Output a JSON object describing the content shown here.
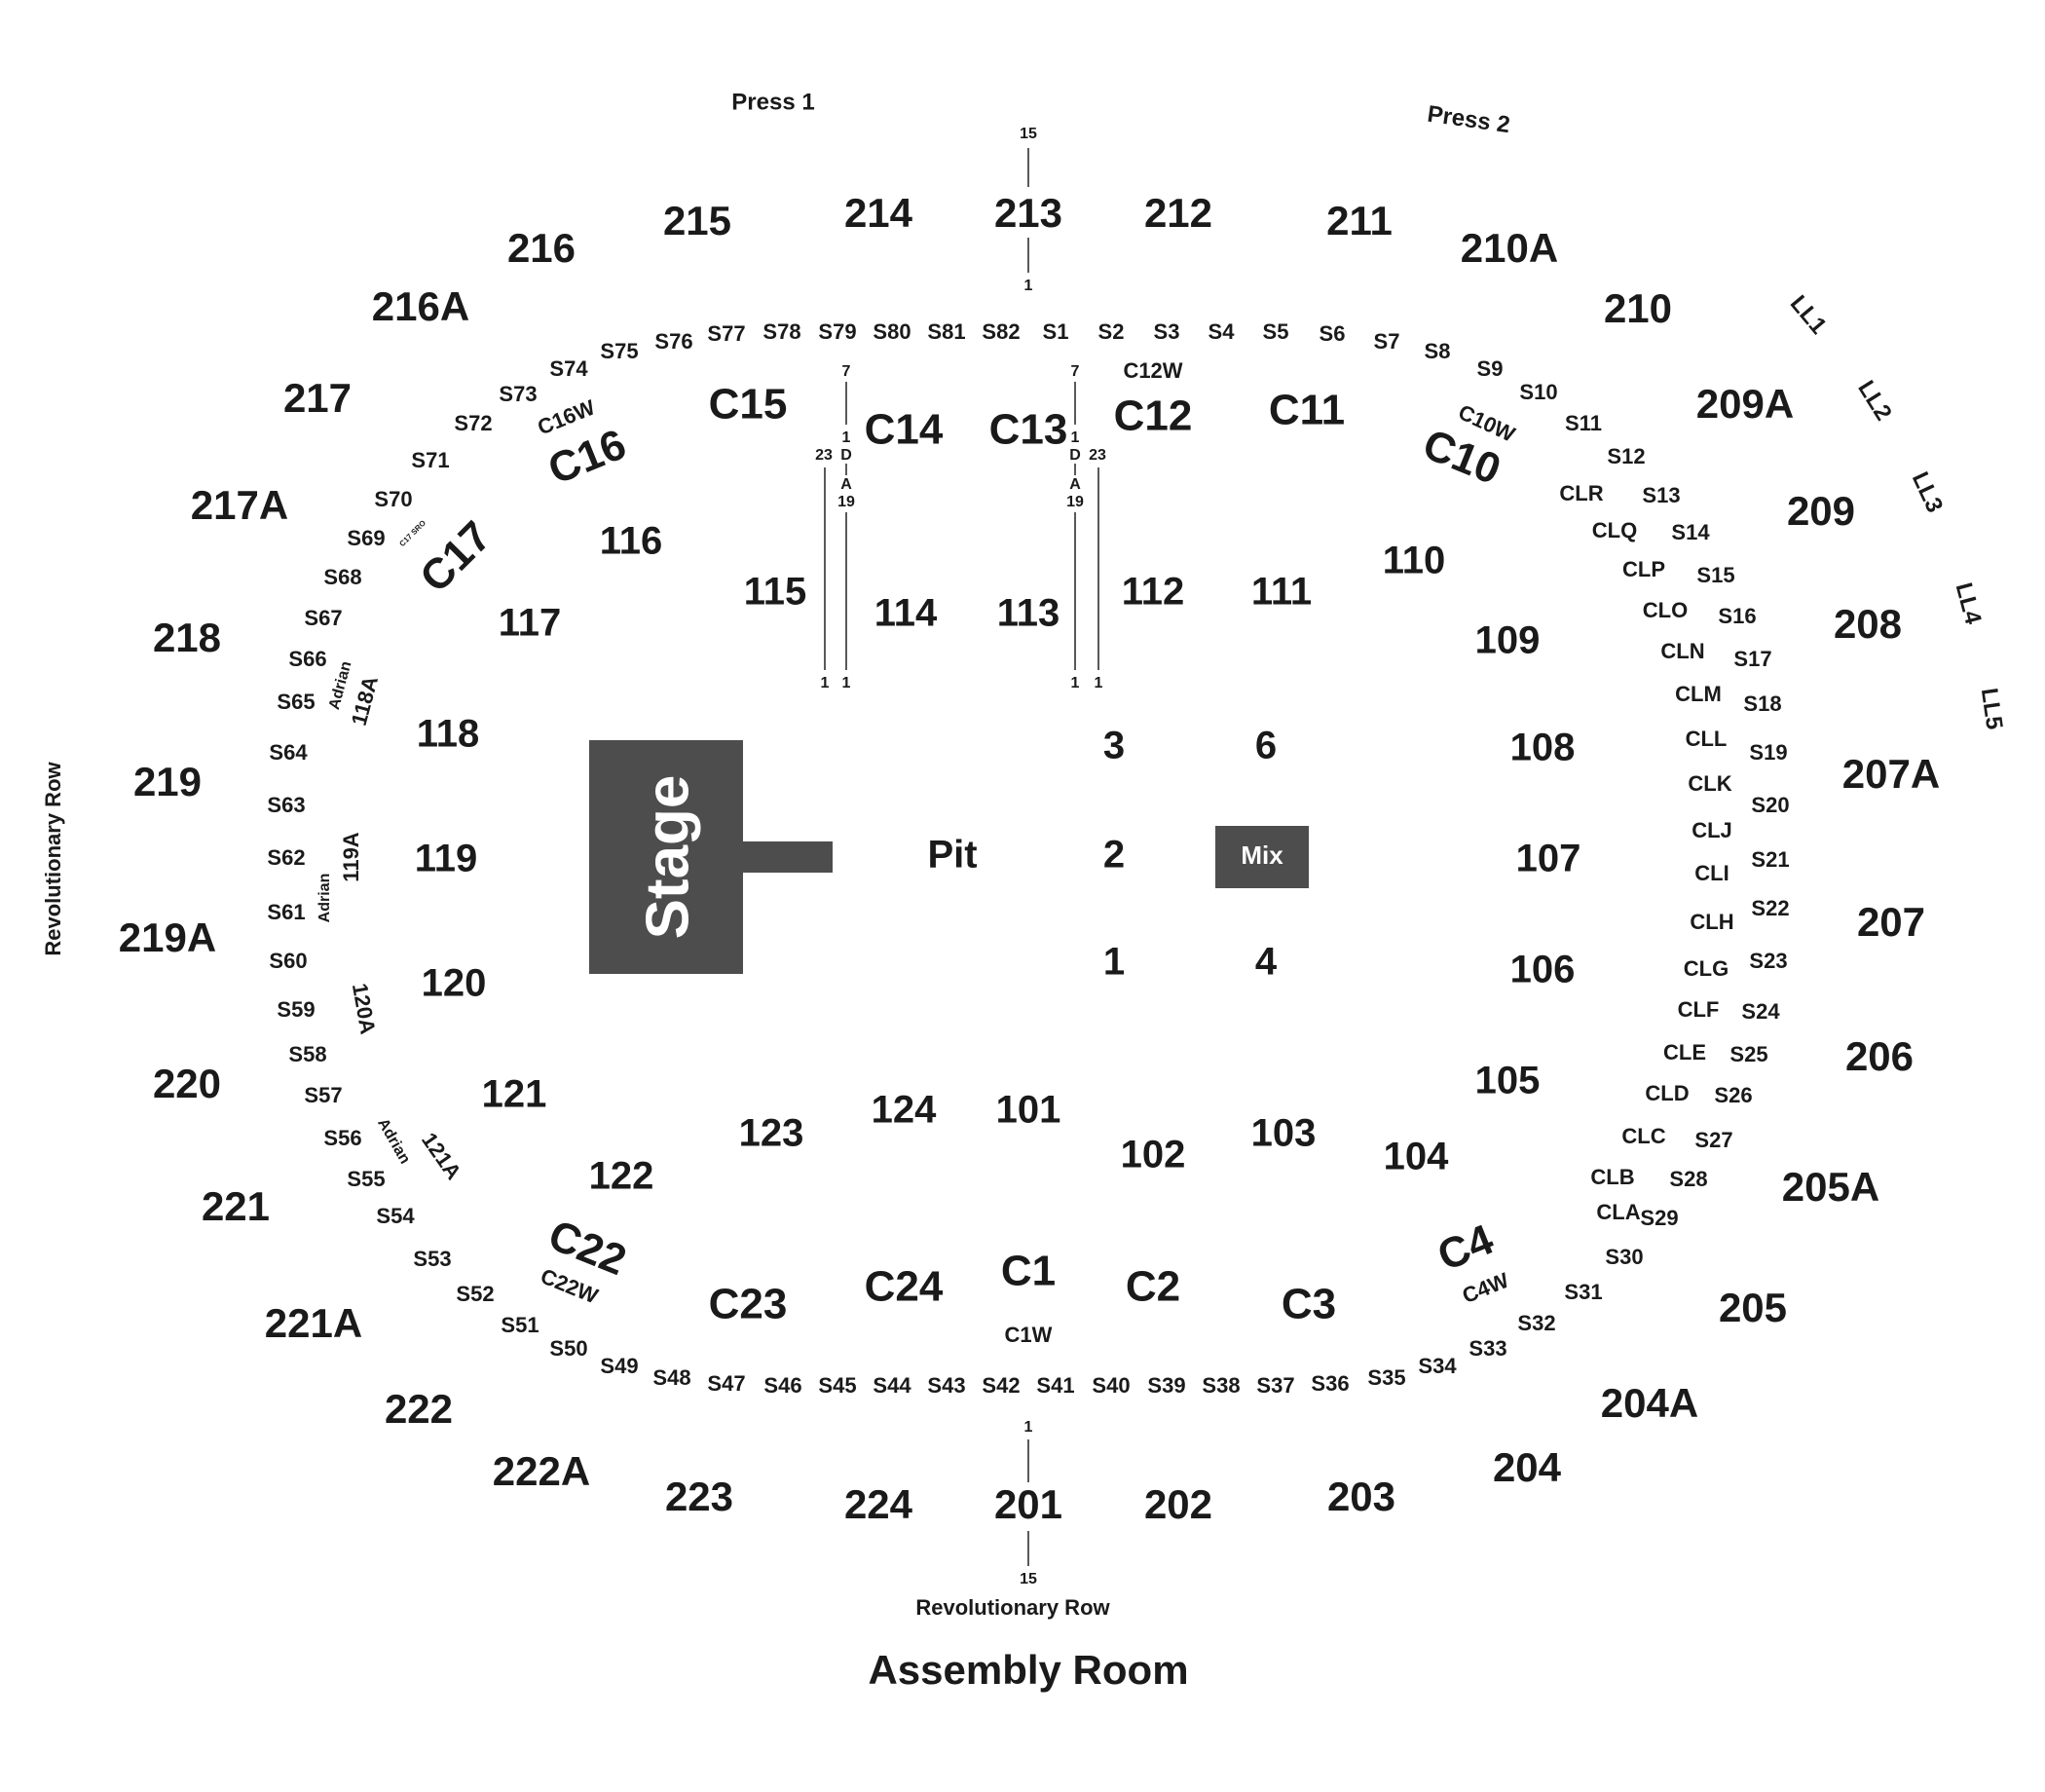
{
  "venue": {
    "bottom_title": "Assembly Room",
    "press": [
      "Press 1",
      "Press 2"
    ],
    "revolutionary_row_left": "Revolutionary Row",
    "revolutionary_row_bottom": "Revolutionary Row"
  },
  "floor": {
    "stage": "Stage",
    "pit": "Pit",
    "mix": "Mix",
    "sections": [
      "1",
      "2",
      "3",
      "4",
      "6"
    ]
  },
  "upper_sections": [
    "201",
    "202",
    "203",
    "204",
    "204A",
    "205",
    "205A",
    "206",
    "207",
    "207A",
    "208",
    "209",
    "209A",
    "210",
    "210A",
    "211",
    "212",
    "213",
    "214",
    "215",
    "216",
    "216A",
    "217",
    "217A",
    "218",
    "219",
    "219A",
    "220",
    "221",
    "221A",
    "222",
    "222A",
    "223",
    "224"
  ],
  "lower_sections": [
    "101",
    "102",
    "103",
    "104",
    "105",
    "106",
    "107",
    "108",
    "109",
    "110",
    "111",
    "112",
    "113",
    "114",
    "115",
    "116",
    "117",
    "118",
    "119",
    "120",
    "121",
    "122",
    "123",
    "124"
  ],
  "accessible_sections": [
    "118A",
    "119A",
    "120A",
    "121A"
  ],
  "adrian": "Adrian",
  "clubs": [
    "C1",
    "C2",
    "C3",
    "C4",
    "C10",
    "C11",
    "C12",
    "C13",
    "C14",
    "C15",
    "C16",
    "C17",
    "C22",
    "C23",
    "C24"
  ],
  "club_wheelchair": [
    "C1W",
    "C4W",
    "C10W",
    "C12W",
    "C16W",
    "C22W"
  ],
  "club_sro": "C17 SRO",
  "club_loges": [
    "CLA",
    "CLB",
    "CLC",
    "CLD",
    "CLE",
    "CLF",
    "CLG",
    "CLH",
    "CLI",
    "CLJ",
    "CLK",
    "CLL",
    "CLM",
    "CLN",
    "CLO",
    "CLP",
    "CLQ",
    "CLR"
  ],
  "loge_levels": [
    "LL1",
    "LL2",
    "LL3",
    "LL4",
    "LL5"
  ],
  "suites": [
    "S1",
    "S2",
    "S3",
    "S4",
    "S5",
    "S6",
    "S7",
    "S8",
    "S9",
    "S10",
    "S11",
    "S12",
    "S13",
    "S14",
    "S15",
    "S16",
    "S17",
    "S18",
    "S19",
    "S20",
    "S21",
    "S22",
    "S23",
    "S24",
    "S25",
    "S26",
    "S27",
    "S28",
    "S29",
    "S30",
    "S31",
    "S32",
    "S33",
    "S34",
    "S35",
    "S36",
    "S37",
    "S38",
    "S39",
    "S40",
    "S41",
    "S42",
    "S43",
    "S44",
    "S45",
    "S46",
    "S47",
    "S48",
    "S49",
    "S50",
    "S51",
    "S52",
    "S53",
    "S54",
    "S55",
    "S56",
    "S57",
    "S58",
    "S59",
    "S60",
    "S61",
    "S62",
    "S63",
    "S64",
    "S65",
    "S66",
    "S67",
    "S68",
    "S69",
    "S70",
    "S71",
    "S72",
    "S73",
    "S74",
    "S75",
    "S76",
    "S77",
    "S78",
    "S79",
    "S80",
    "S81",
    "S82"
  ],
  "row_markers": {
    "top": [
      "15",
      "1"
    ],
    "bottom": [
      "1",
      "15"
    ],
    "aisle_top": [
      "7",
      "1",
      "23",
      "1",
      "1"
    ],
    "aisle_letters": [
      "D",
      "A",
      "19"
    ]
  }
}
